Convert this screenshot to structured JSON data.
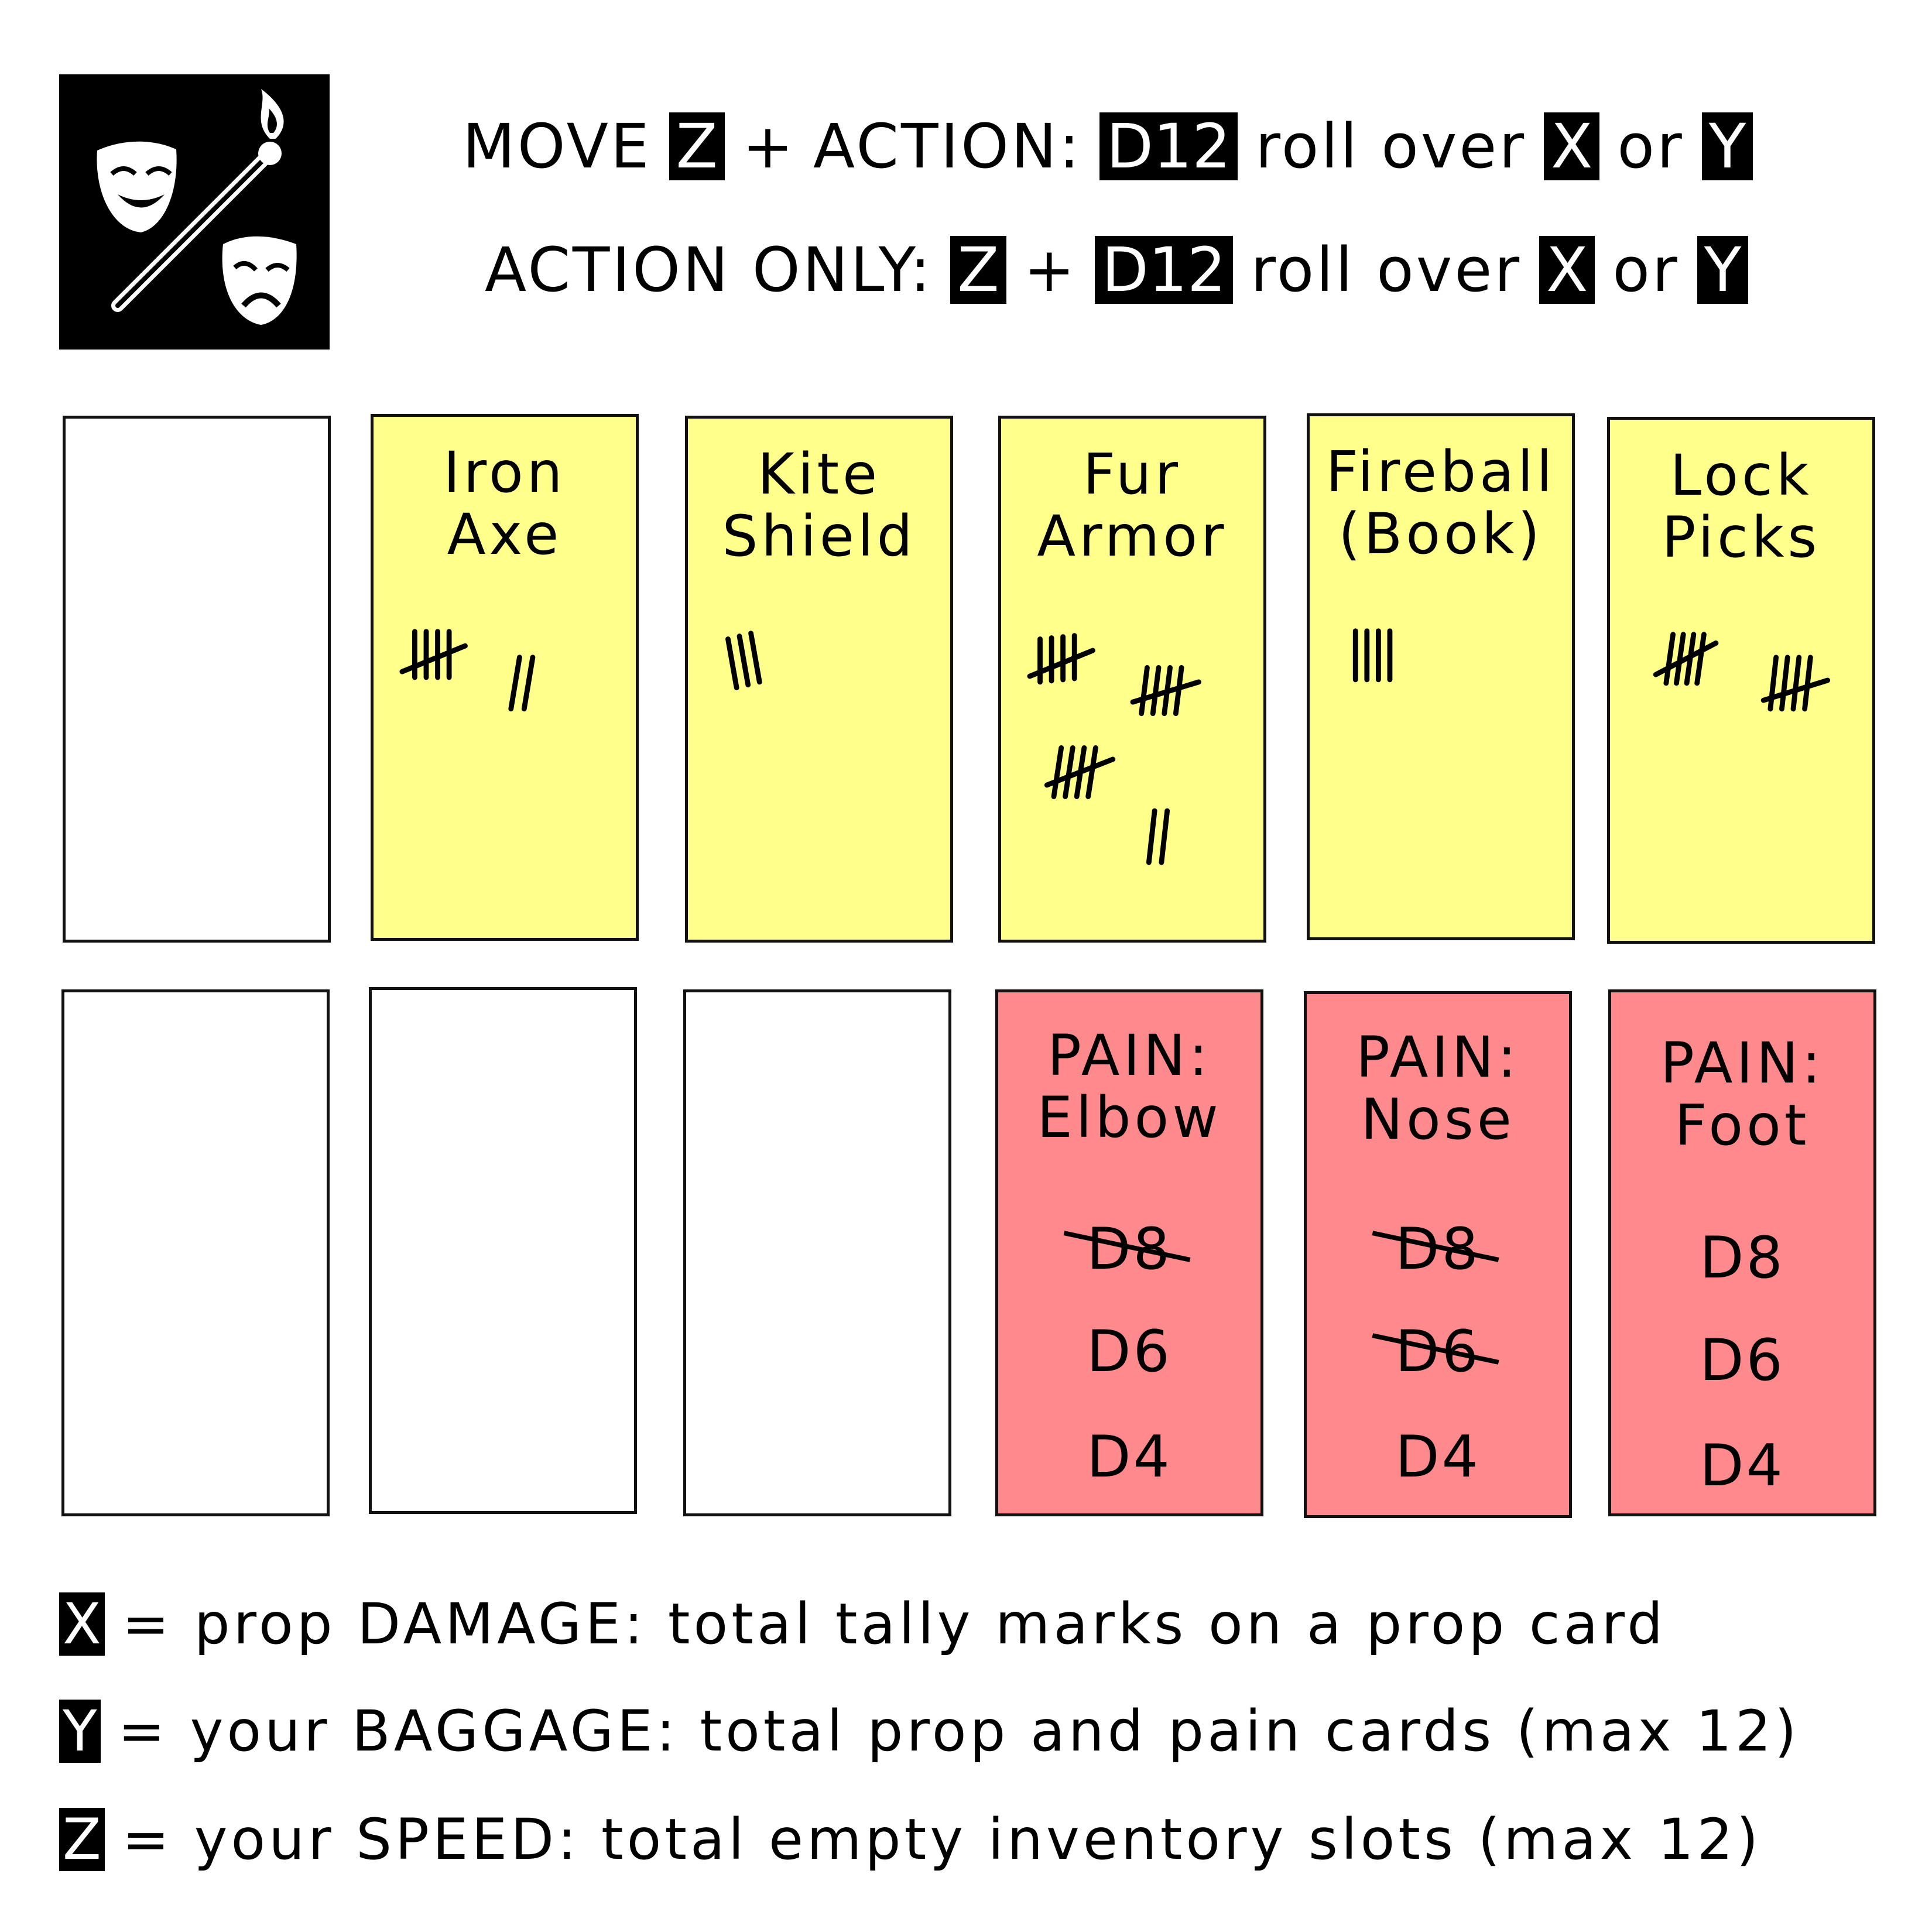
{
  "logo": {
    "icon": "theater-masks-match-icon"
  },
  "rules": {
    "line1": {
      "prefix": "MOVE",
      "var_z": "Z",
      "plus": "+",
      "action_label": "ACTION:",
      "die": "D12",
      "roll_over": "roll over",
      "var_x": "X",
      "or": "or",
      "var_y": "Y"
    },
    "line2": {
      "prefix": "ACTION ONLY:",
      "var_z": "Z",
      "plus": "+",
      "die": "D12",
      "roll_over": "roll over",
      "var_x": "X",
      "or": "or",
      "var_y": "Y"
    }
  },
  "colors": {
    "prop": "#ffff8c",
    "pain": "#ff8a8e",
    "empty": "#ffffff"
  },
  "top_row": [
    {
      "type": "empty"
    },
    {
      "type": "prop",
      "title": "Iron\nAxe",
      "tally_marks": 7
    },
    {
      "type": "prop",
      "title": "Kite\nShield",
      "tally_marks": 3
    },
    {
      "type": "prop",
      "title": "Fur\nArmor",
      "tally_marks": 17
    },
    {
      "type": "prop",
      "title": "Fireball\n(Book)",
      "tally_marks": 4
    },
    {
      "type": "prop",
      "title": "Lock\nPicks",
      "tally_marks": 10
    }
  ],
  "bottom_row": [
    {
      "type": "empty"
    },
    {
      "type": "empty"
    },
    {
      "type": "empty"
    },
    {
      "type": "pain",
      "title": "PAIN:\nElbow",
      "dice": [
        {
          "label": "D8",
          "crossed": true
        },
        {
          "label": "D6",
          "crossed": false
        },
        {
          "label": "D4",
          "crossed": false
        }
      ]
    },
    {
      "type": "pain",
      "title": "PAIN:\nNose",
      "dice": [
        {
          "label": "D8",
          "crossed": true
        },
        {
          "label": "D6",
          "crossed": true
        },
        {
          "label": "D4",
          "crossed": false
        }
      ]
    },
    {
      "type": "pain",
      "title": "PAIN:\nFoot",
      "dice": [
        {
          "label": "D8",
          "crossed": false
        },
        {
          "label": "D6",
          "crossed": false
        },
        {
          "label": "D4",
          "crossed": false
        }
      ]
    }
  ],
  "legend": {
    "x": {
      "var": "X",
      "text": "= prop DAMAGE: total tally marks on a prop card"
    },
    "y": {
      "var": "Y",
      "text": "= your BAGGAGE: total prop and pain cards (max 12)"
    },
    "z": {
      "var": "Z",
      "text": "= your SPEED: total empty inventory slots (max 12)"
    }
  }
}
